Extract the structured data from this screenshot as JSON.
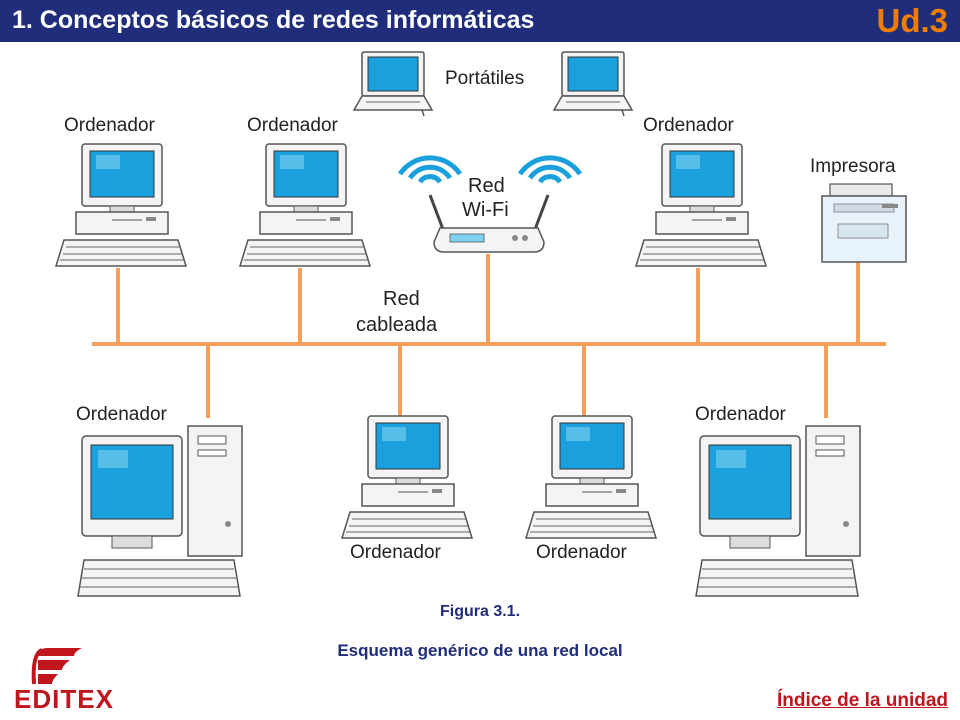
{
  "header": {
    "title": "1.  Conceptos básicos de redes informáticas",
    "unit": "Ud.3"
  },
  "diagram": {
    "labels": {
      "laptops": "Portátiles",
      "computer": "Ordenador",
      "printer": "Impresora",
      "wifi_line1": "Red",
      "wifi_line2": "Wi-Fi",
      "wired_line1": "Red",
      "wired_line2": "cableada"
    }
  },
  "figure": {
    "number": "Figura 3.1.",
    "caption": "Esquema genérico de una red local"
  },
  "logo": {
    "text": "EDITEX"
  },
  "footer": {
    "index_link": "Índice de la unidad"
  },
  "colors": {
    "header_bg": "#1f2d7a",
    "unit_accent": "#f07d00",
    "cable": "#f5a05a",
    "screen": "#1aa0dc",
    "brand_red": "#c0151d",
    "caption_text": "#1f2d7a"
  }
}
